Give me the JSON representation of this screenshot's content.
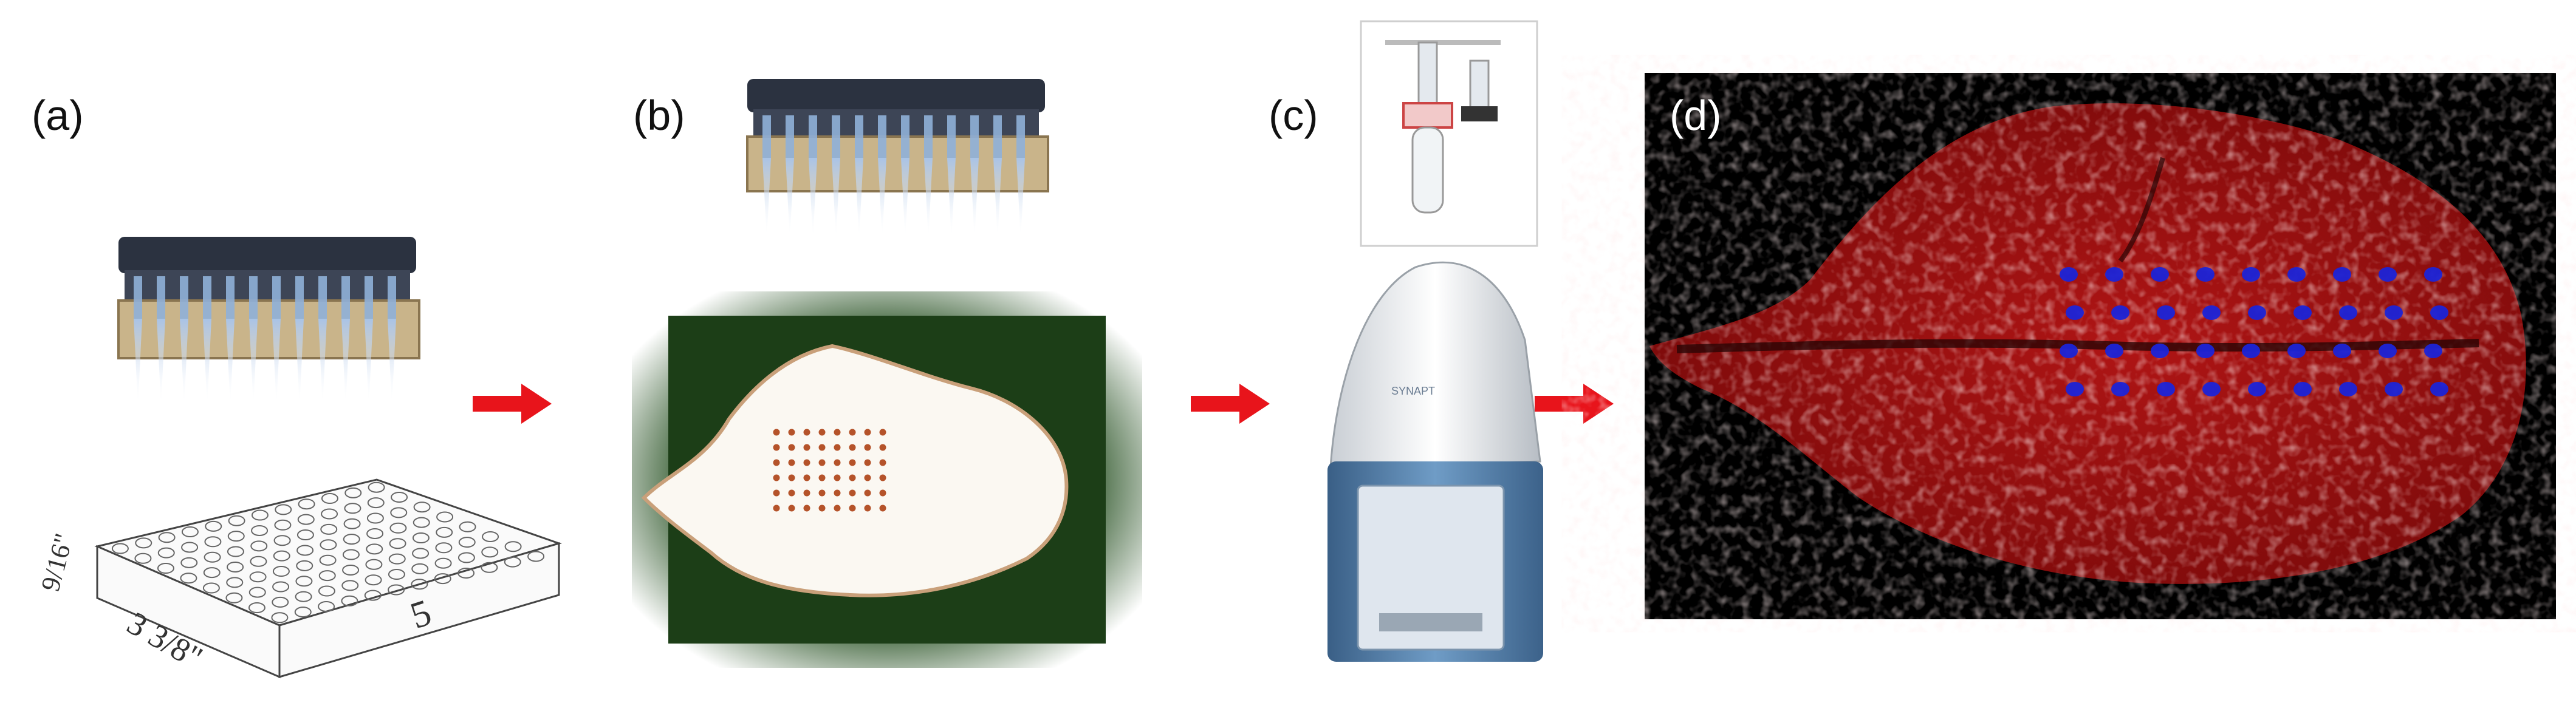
{
  "panels": [
    {
      "id": "a",
      "label": "(a)",
      "items": [
        "pipette-head-icon",
        "well-plate-icon"
      ],
      "plate_dimensions": {
        "height": "9/16\"",
        "width": "3 3/8\"",
        "length": "5"
      }
    },
    {
      "id": "b",
      "label": "(b)",
      "items": [
        "pipette-head-icon",
        "leaf-section-image"
      ]
    },
    {
      "id": "c",
      "label": "(c)",
      "items": [
        "glass-sprayer-icon",
        "mass-spectrometer-icon"
      ]
    },
    {
      "id": "d",
      "label": "(d)",
      "items": [
        "ms-image-leaf"
      ]
    }
  ],
  "flow_arrows": 3,
  "colors": {
    "arrow": "#e8141b",
    "tissue_red": "#9a0f0f",
    "spot_blue": "#1b24d8",
    "leaf_bg": "#1f4a1a",
    "instrument_blue": "#4f7aa3"
  }
}
